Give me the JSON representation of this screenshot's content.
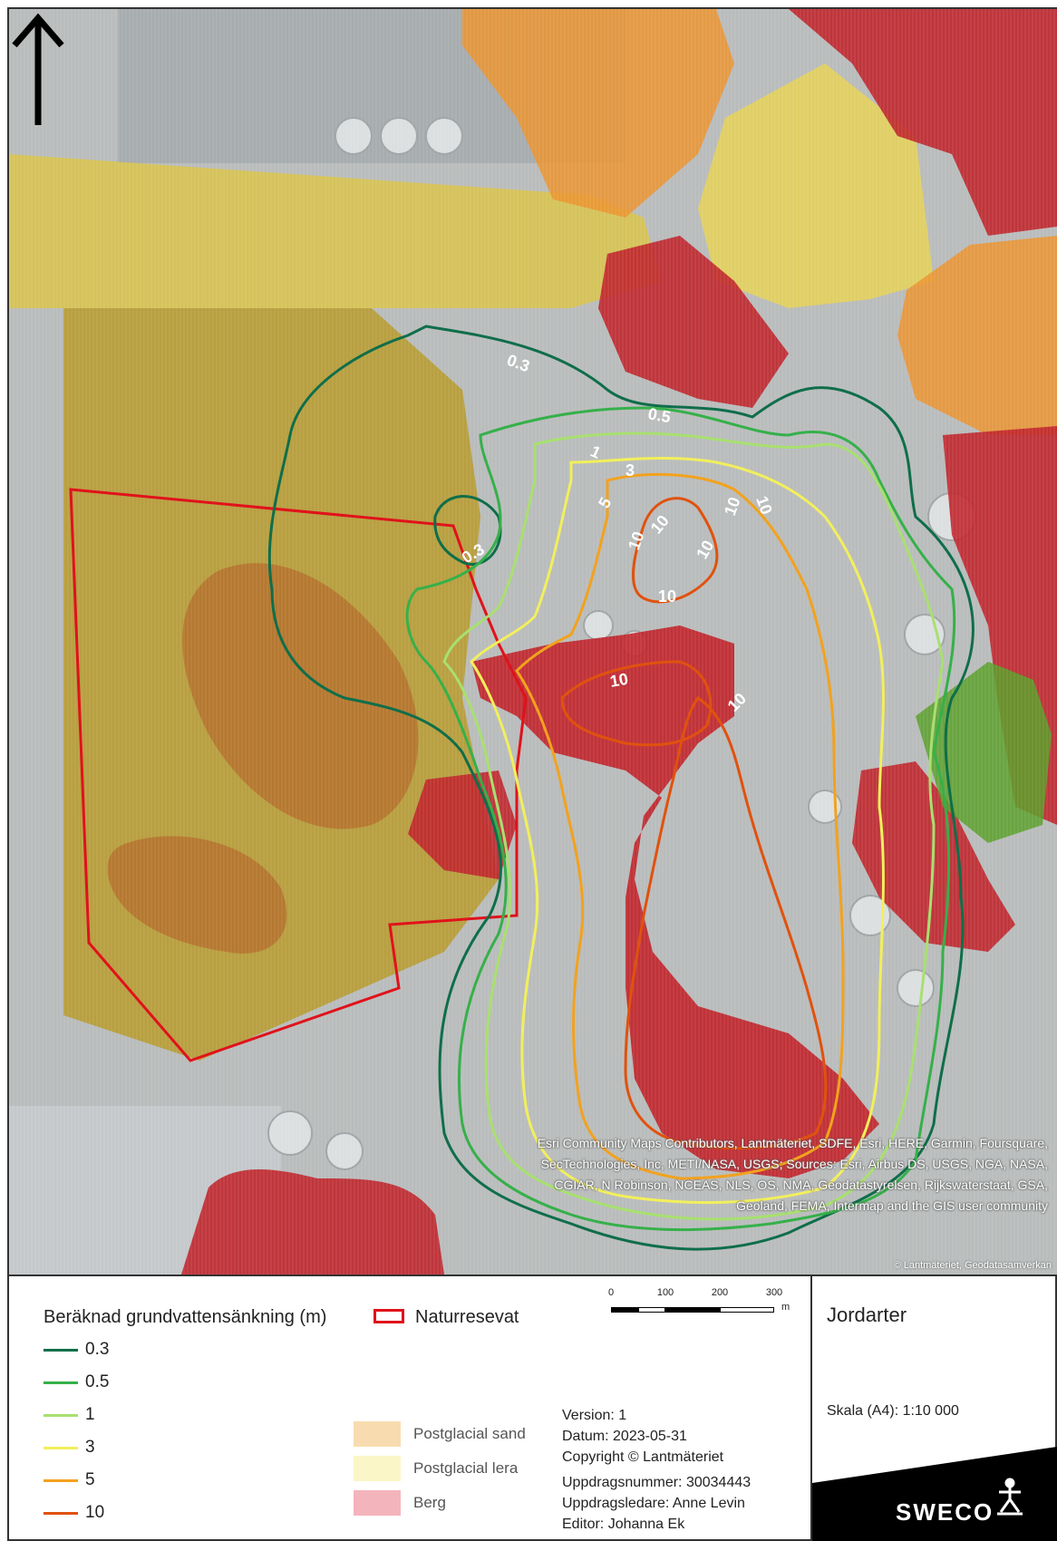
{
  "map": {
    "north_arrow": "north-arrow",
    "contour_labels": [
      "0.3",
      "0.5",
      "1",
      "3",
      "5",
      "10"
    ],
    "colors": {
      "aerial_base": "#b9bcbc",
      "postglacial_sand": "#f0a030",
      "postglacial_lera": "#e8d060",
      "berg": "#c0262c",
      "naturresevat": "#e0121b",
      "moss_brown": "#b08a2a",
      "green_area": "#5aa02a"
    },
    "attribution": "Esri Community Maps Contributors, Lantmäteriet, SDFE, Esri, HERE, Garmin, Foursquare, SecTechnologies, Inc, METI/NASA, USGS; Sources: Esri, Airbus DS, USGS, NGA, NASA, CGIAR, N Robinson, NCEAS, NLS, OS, NMA, Geodatastyrelsen, Rijkswaterstaat, GSA, Geoland, FEMA, Intermap and the GIS user community",
    "copyright_small": "© Lantmäteriet, Geodatasamverkan"
  },
  "legend": {
    "title": "Beräknad grundvattensänkning (m)",
    "naturreservat_label": "Naturresevat",
    "contours": [
      {
        "label": "0.3",
        "color": "#0f6e4a"
      },
      {
        "label": "0.5",
        "color": "#36b04a"
      },
      {
        "label": "1",
        "color": "#a8e070"
      },
      {
        "label": "3",
        "color": "#f2ef5c"
      },
      {
        "label": "5",
        "color": "#f2a21e"
      },
      {
        "label": "10",
        "color": "#e0520e"
      }
    ],
    "soil_types": [
      {
        "label": "Postglacial sand",
        "color": "#f8dcb0"
      },
      {
        "label": "Postglacial lera",
        "color": "#fbf6c8"
      },
      {
        "label": "Berg",
        "color": "#f4b4bc"
      }
    ]
  },
  "scalebar": {
    "ticks": [
      "0",
      "100",
      "200",
      "300"
    ],
    "unit": "m"
  },
  "info": {
    "version": "Version: 1",
    "datum": "Datum: 2023-05-31",
    "copyright": "Copyright © Lantmäteriet",
    "uppdragsnummer": "Uppdragsnummer: 30034443",
    "uppdragsledare": "Uppdragsledare: Anne Levin",
    "editor": "Editor: Johanna Ek"
  },
  "panel": {
    "title": "Jordarter",
    "scale": "Skala (A4): 1:10 000",
    "logo": "SWECO"
  }
}
